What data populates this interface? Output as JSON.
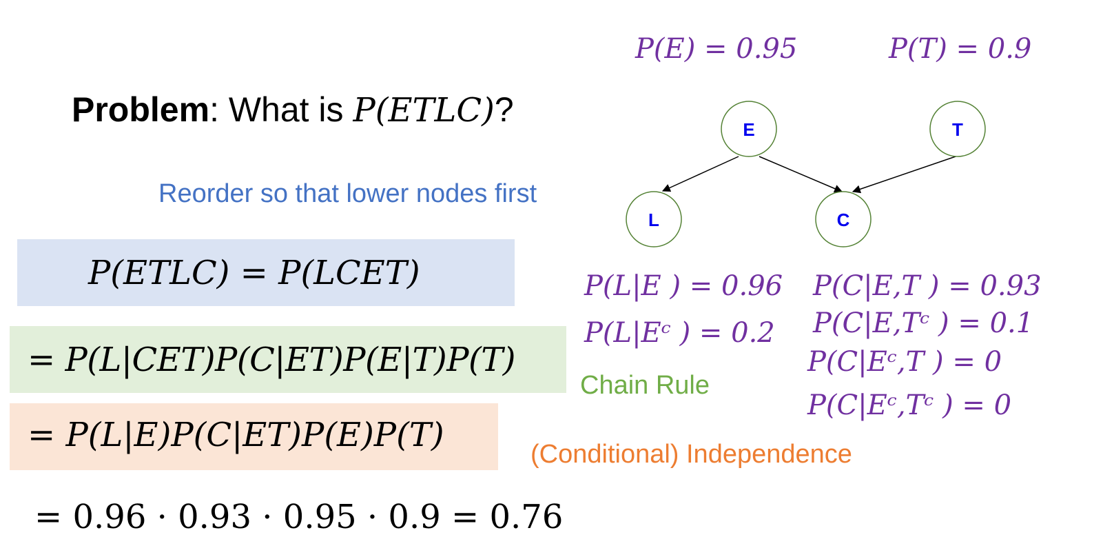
{
  "problem": {
    "bold": "Problem",
    "rest": ": What is ",
    "expr": "P(ETLC)",
    "qmark": "?"
  },
  "note": "Reorder so that lower nodes first",
  "equations": {
    "reorder": "P(ETLC) = P(LCET)",
    "chain": "= P(L|CET)P(C|ET)P(E|T)P(T)",
    "independence": "= P(L|E)P(C|ET)P(E)P(T)",
    "result": "= 0.96 · 0.93 · 0.95 · 0.9 = 0.76"
  },
  "labels": {
    "chain_rule": "Chain Rule",
    "independence": "(Conditional) Independence"
  },
  "priors": {
    "pE": "P(E) = 0.95",
    "pT": "P(T) = 0.9"
  },
  "cpt_L": {
    "given_E": "P(L|E ) = 0.96",
    "given_notE": "P(L|Eᶜ ) = 0.2"
  },
  "cpt_C": {
    "e_t": "P(C|E,T ) = 0.93",
    "e_notT": "P(C|E,Tᶜ ) = 0.1",
    "notE_t": "P(C|Eᶜ,T ) = 0",
    "notE_notT": "P(C|Eᶜ,Tᶜ ) = 0"
  },
  "nodes": {
    "E": "E",
    "T": "T",
    "L": "L",
    "C": "C"
  },
  "colors": {
    "blue_box": "#dae3f3",
    "green_box": "#e2efda",
    "orange_box": "#fbe5d6",
    "math_purple": "#7030a0",
    "note_blue": "#4472c4",
    "chain_green": "#70ad47",
    "indep_orange": "#ed7d31",
    "node_border": "#548235",
    "node_text": "#0000ee"
  }
}
